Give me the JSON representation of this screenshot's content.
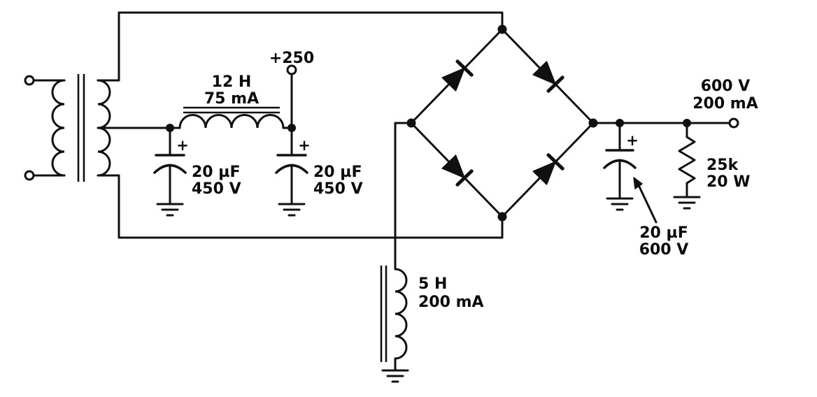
{
  "schematic": {
    "low_voltage_output": {
      "terminal_label": "+250"
    },
    "filter_choke": {
      "inductance": "12 H",
      "current_rating": "75 mA"
    },
    "filter_cap_1": {
      "polarity_mark": "+",
      "capacitance": "20 µF",
      "voltage_rating": "450 V"
    },
    "filter_cap_2": {
      "polarity_mark": "+",
      "capacitance": "20 µF",
      "voltage_rating": "450 V"
    },
    "hv_output": {
      "voltage": "600 V",
      "current": "200 mA"
    },
    "hv_filter_cap": {
      "polarity_mark": "+",
      "capacitance": "20 µF",
      "voltage_rating": "600 V"
    },
    "bleeder_resistor": {
      "resistance": "25k",
      "power_rating": "20 W"
    },
    "return_choke": {
      "inductance": "5 H",
      "current_rating": "200 mA"
    }
  }
}
